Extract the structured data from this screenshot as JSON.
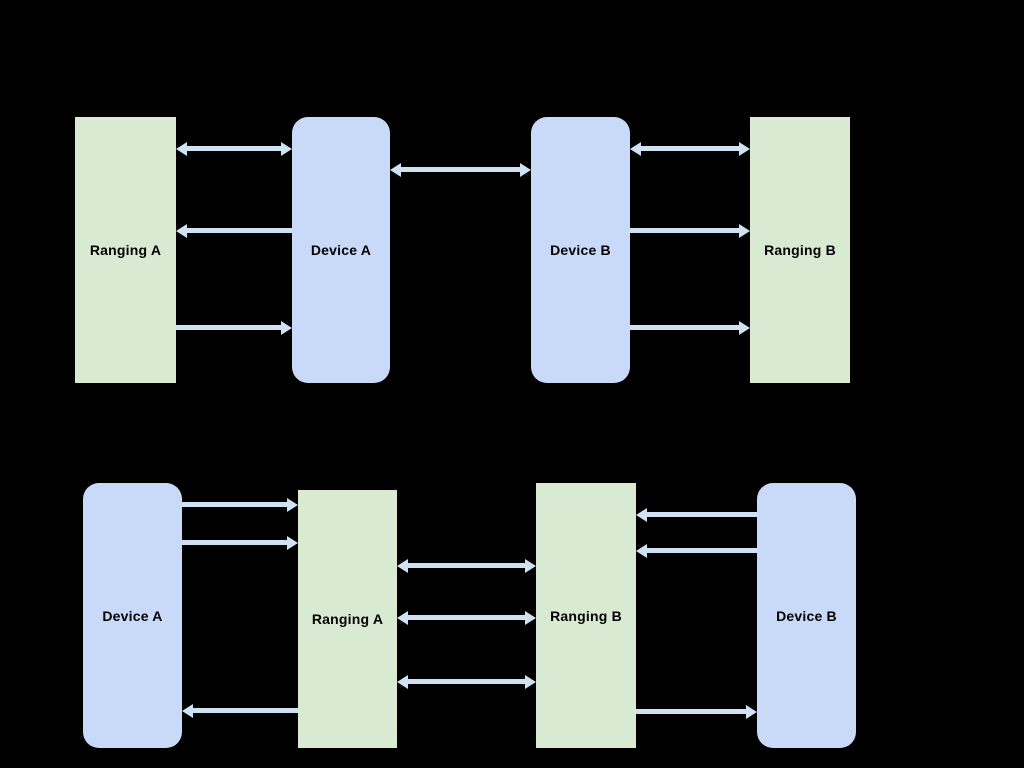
{
  "colors": {
    "background": "#000000",
    "device_fill": "#c9daf8",
    "ranging_fill": "#d9ead3",
    "arrow_color": "#cfe2f3",
    "label_text": "#000000"
  },
  "diagrams": {
    "top": {
      "boxes": {
        "ranging_a": {
          "label": "Ranging A",
          "type": "ranging"
        },
        "device_a": {
          "label": "Device A",
          "type": "device"
        },
        "device_b": {
          "label": "Device B",
          "type": "device"
        },
        "ranging_b": {
          "label": "Ranging B",
          "type": "ranging"
        }
      },
      "arrows": [
        {
          "between": [
            "Ranging A",
            "Device A"
          ],
          "heads": "both",
          "row": 1
        },
        {
          "between": [
            "Device A",
            "Ranging A"
          ],
          "heads": "left",
          "row": 2
        },
        {
          "between": [
            "Ranging A",
            "Device A"
          ],
          "heads": "right",
          "row": 3
        },
        {
          "between": [
            "Device A",
            "Device B"
          ],
          "heads": "both",
          "row": 1
        },
        {
          "between": [
            "Device B",
            "Ranging B"
          ],
          "heads": "both",
          "row": 1
        },
        {
          "between": [
            "Device B",
            "Ranging B"
          ],
          "heads": "right",
          "row": 2
        },
        {
          "between": [
            "Device B",
            "Ranging B"
          ],
          "heads": "right",
          "row": 3
        }
      ]
    },
    "bottom": {
      "boxes": {
        "device_a": {
          "label": "Device A",
          "type": "device"
        },
        "ranging_a": {
          "label": "Ranging A",
          "type": "ranging"
        },
        "ranging_b": {
          "label": "Ranging B",
          "type": "ranging"
        },
        "device_b": {
          "label": "Device B",
          "type": "device"
        }
      },
      "arrows": [
        {
          "between": [
            "Device A",
            "Ranging A"
          ],
          "heads": "right",
          "row": 1
        },
        {
          "between": [
            "Device A",
            "Ranging A"
          ],
          "heads": "right",
          "row": 2
        },
        {
          "between": [
            "Ranging A",
            "Ranging B"
          ],
          "heads": "both",
          "row": 1
        },
        {
          "between": [
            "Ranging A",
            "Ranging B"
          ],
          "heads": "both",
          "row": 2
        },
        {
          "between": [
            "Ranging A",
            "Ranging B"
          ],
          "heads": "both",
          "row": 3
        },
        {
          "between": [
            "Ranging A",
            "Device A"
          ],
          "heads": "left",
          "row": 4
        },
        {
          "between": [
            "Device B",
            "Ranging B"
          ],
          "heads": "left",
          "row": 1
        },
        {
          "between": [
            "Device B",
            "Ranging B"
          ],
          "heads": "left",
          "row": 2
        },
        {
          "between": [
            "Ranging B",
            "Device B"
          ],
          "heads": "right",
          "row": 4
        }
      ]
    }
  }
}
